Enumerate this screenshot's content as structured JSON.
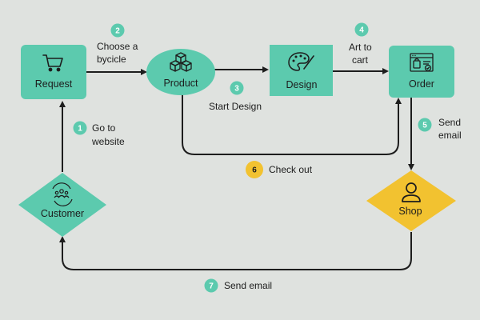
{
  "colors": {
    "background": "#dfe2df",
    "node": "#5ccaae",
    "highlight": "#f2c230",
    "line": "#1d1d1d",
    "text": "#1d1d1d",
    "badge_text": "#ffffff"
  },
  "nodes": {
    "request": {
      "label": "Request",
      "icon": "shopping-cart-icon"
    },
    "product": {
      "label": "Product",
      "icon": "boxes-icon"
    },
    "design": {
      "label": "Design",
      "icon": "palette-icon"
    },
    "order": {
      "label": "Order",
      "icon": "web-order-icon"
    },
    "customer": {
      "label": "Customer",
      "icon": "people-cycle-icon"
    },
    "shop": {
      "label": "Shop",
      "icon": "person-icon"
    }
  },
  "steps": [
    {
      "number": "1",
      "lines": [
        "Go to",
        "website"
      ]
    },
    {
      "number": "2",
      "lines": [
        "Choose a",
        "bycicle"
      ]
    },
    {
      "number": "3",
      "lines": [
        "Start Design"
      ]
    },
    {
      "number": "4",
      "lines": [
        "Art to",
        "cart"
      ]
    },
    {
      "number": "5",
      "lines": [
        "Send",
        "email"
      ]
    },
    {
      "number": "6",
      "lines": [
        "Check out"
      ]
    },
    {
      "number": "7",
      "lines": [
        "Send email"
      ]
    }
  ]
}
